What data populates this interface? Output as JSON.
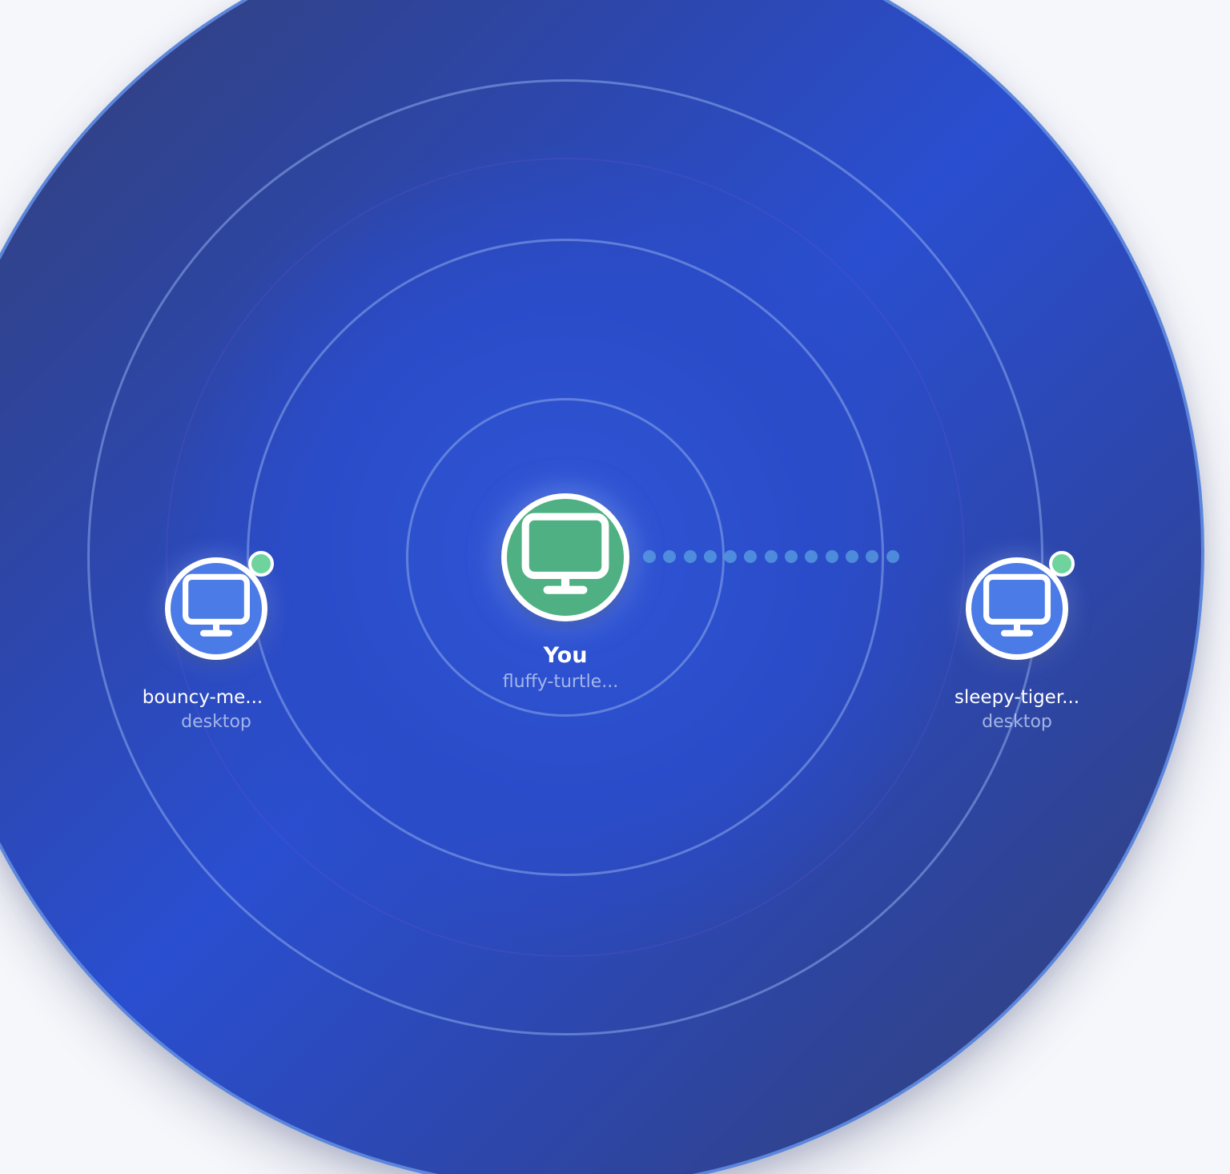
{
  "self_device": {
    "title": "You",
    "name": "fluffy-turtle...",
    "icon": "monitor-icon",
    "color": "#4fb083"
  },
  "peers": [
    {
      "name": "bouncy-me...",
      "type": "desktop",
      "icon": "monitor-icon",
      "status": "online",
      "color": "#4b7be6"
    },
    {
      "name": "sleepy-tiger...",
      "type": "desktop",
      "icon": "monitor-icon",
      "status": "online",
      "color": "#4b7be6"
    }
  ],
  "colors": {
    "radar_base": "#2a4ed0",
    "radar_edge": "#353f6e",
    "ring": "#8caaeb",
    "online": "#6fd39e",
    "page_background": "#f6f7fb"
  }
}
